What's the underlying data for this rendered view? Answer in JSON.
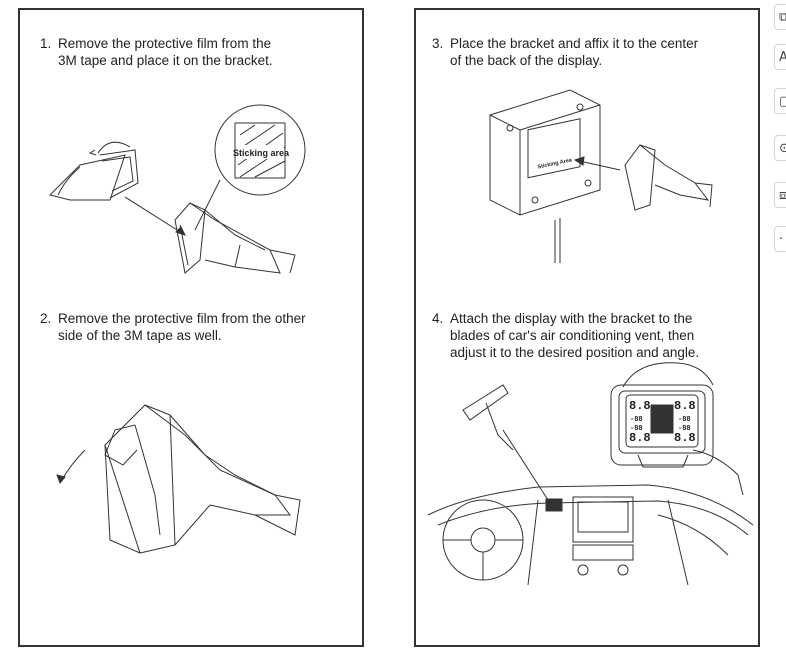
{
  "steps": [
    {
      "number": "1.",
      "lines": [
        "Remove the protective film from the",
        "3M tape and place it on the bracket."
      ]
    },
    {
      "number": "2.",
      "lines": [
        "Remove the protective film from the other",
        "side of the 3M tape as well."
      ]
    },
    {
      "number": "3.",
      "lines": [
        "Place the bracket and affix it to the center",
        "of the back of the display."
      ]
    },
    {
      "number": "4.",
      "lines": [
        "Attach the display with the bracket to the",
        "blades of car's air conditioning vent, then",
        "adjust it to the desired position and angle."
      ]
    }
  ],
  "labels": {
    "sticking_area_zoom": "Sticking area",
    "sticking_area_small": "Sticking Area"
  },
  "display_readout": {
    "top_left": "8.8",
    "top_right": "8.8",
    "bottom_left": "8.8",
    "bottom_right": "8.8",
    "top_left_small": "-88",
    "top_right_small": "-88",
    "bottom_left_small": "-88",
    "bottom_right_small": "-88"
  },
  "toolbar": {
    "buttons": [
      {
        "name": "copy-image-button",
        "icon": "image-icon",
        "glyph": "⧉"
      },
      {
        "name": "text-button",
        "icon": "font-icon",
        "glyph": "A"
      },
      {
        "name": "chat-button",
        "icon": "comment-icon",
        "glyph": "▢"
      },
      {
        "name": "search-button",
        "icon": "magnifier-icon",
        "glyph": "⊙"
      },
      {
        "name": "capture-button",
        "icon": "capture-icon",
        "glyph": "⧈"
      },
      {
        "name": "more-button",
        "icon": "more-icon",
        "glyph": "·"
      }
    ]
  }
}
